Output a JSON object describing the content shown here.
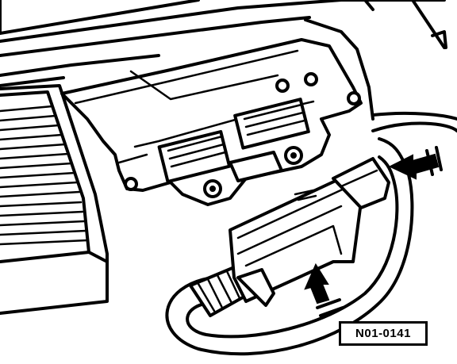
{
  "figure": {
    "code": "N01-0141"
  },
  "colors": {
    "ink": "#000000",
    "paper": "#ffffff"
  },
  "callouts": [
    {
      "name": "push-arrow-top",
      "direction": "left"
    },
    {
      "name": "push-arrow-bottom",
      "direction": "up"
    }
  ]
}
